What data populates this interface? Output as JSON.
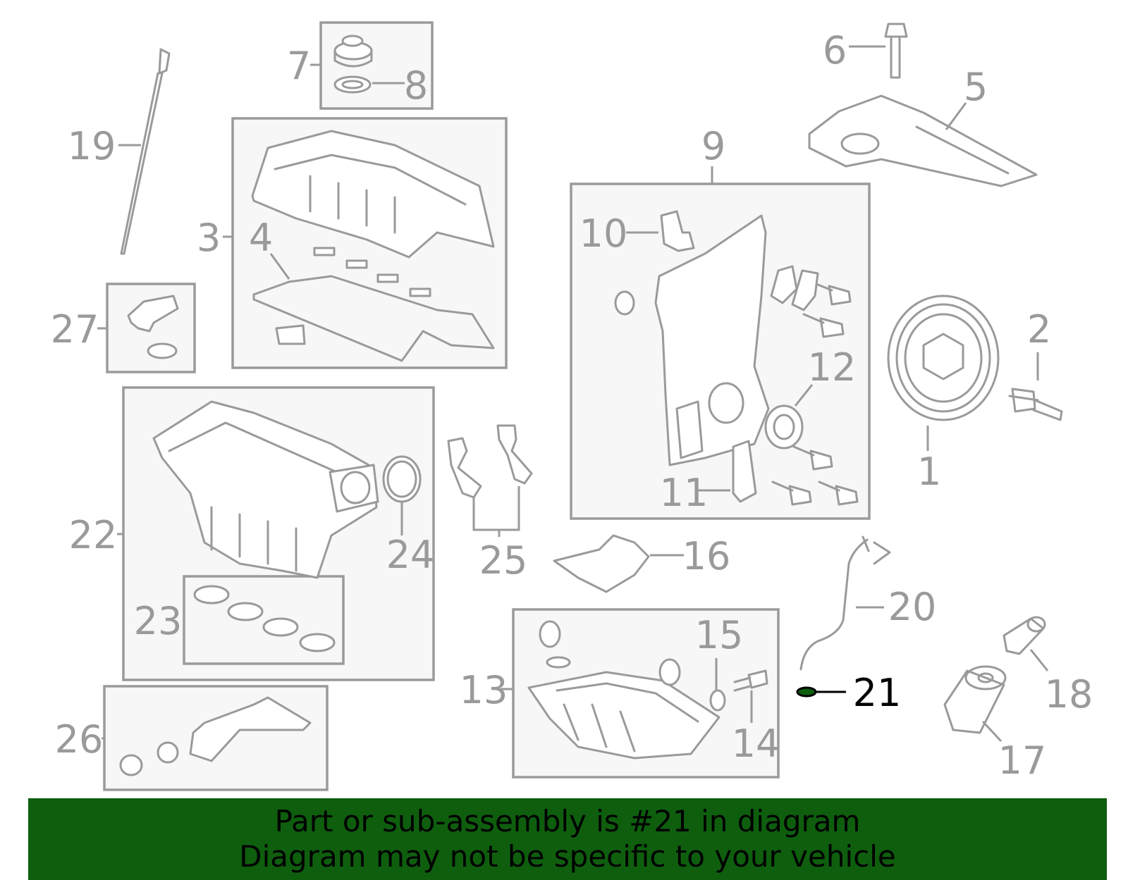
{
  "diagram": {
    "callouts": [
      "1",
      "2",
      "3",
      "4",
      "5",
      "6",
      "7",
      "8",
      "9",
      "10",
      "11",
      "12",
      "13",
      "14",
      "15",
      "16",
      "17",
      "18",
      "19",
      "20",
      "21",
      "22",
      "23",
      "24",
      "25",
      "26",
      "27"
    ],
    "highlighted_callout": "21",
    "highlight_color": "#0e5e0e",
    "line_color": "#9a9a9a"
  },
  "banner": {
    "line1": "Part or sub-assembly is #21 in diagram",
    "line2": "Diagram may not be specific to your vehicle",
    "background": "#0e5e0e"
  }
}
